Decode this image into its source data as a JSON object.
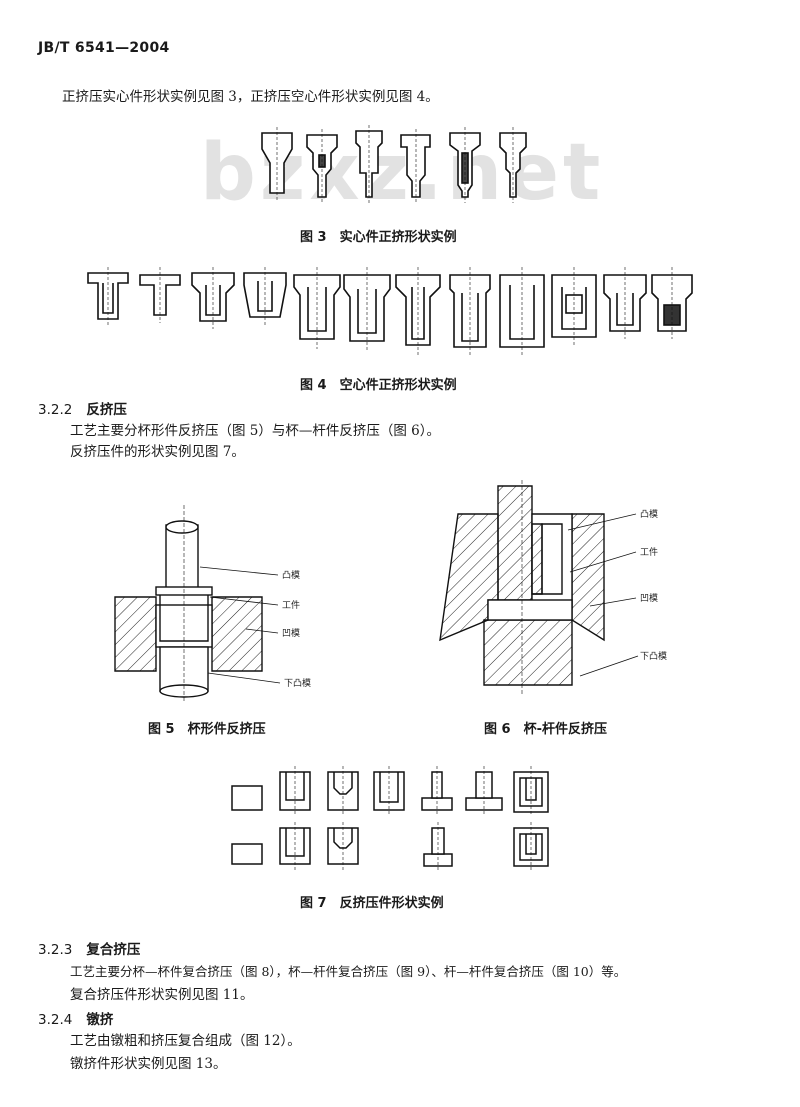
{
  "header": {
    "doc_no": "JB/T 6541—2004"
  },
  "intro": {
    "line": "正挤压实心件形状实例见图 3，正挤压空心件形状实例见图 4。"
  },
  "watermark": "bzxz.net",
  "fig3": {
    "caption": "图 3　实心件正挤形状实例"
  },
  "fig4": {
    "caption": "图 4　空心件正挤形状实例"
  },
  "s322": {
    "num": "3.2.2",
    "title": "反挤压",
    "p1": "工艺主要分杯形件反挤压（图 5）与杯—杆件反挤压（图 6）。",
    "p2": "反挤压件的形状实例见图 7。"
  },
  "fig5": {
    "caption": "图 5　杯形件反挤压",
    "labels": {
      "punch": "凸模",
      "workpiece": "工件",
      "die": "凹模",
      "lower_punch": "下凸模"
    }
  },
  "fig6": {
    "caption": "图 6　杯-杆件反挤压",
    "labels": {
      "punch": "凸模",
      "workpiece": "工件",
      "die": "凹模",
      "lower_punch": "下凸模"
    }
  },
  "fig7": {
    "caption": "图 7　反挤压件形状实例"
  },
  "s323": {
    "num": "3.2.3",
    "title": "复合挤压",
    "p1": "工艺主要分杯—杯件复合挤压（图 8），杯—杆件复合挤压（图 9）、杆—杆件复合挤压（图 10）等。",
    "p2": "复合挤压件形状实例见图 11。"
  },
  "s324": {
    "num": "3.2.4",
    "title": "镦挤",
    "p1": "工艺由镦粗和挤压复合组成（图 12）。",
    "p2": "镦挤件形状实例见图 13。"
  }
}
